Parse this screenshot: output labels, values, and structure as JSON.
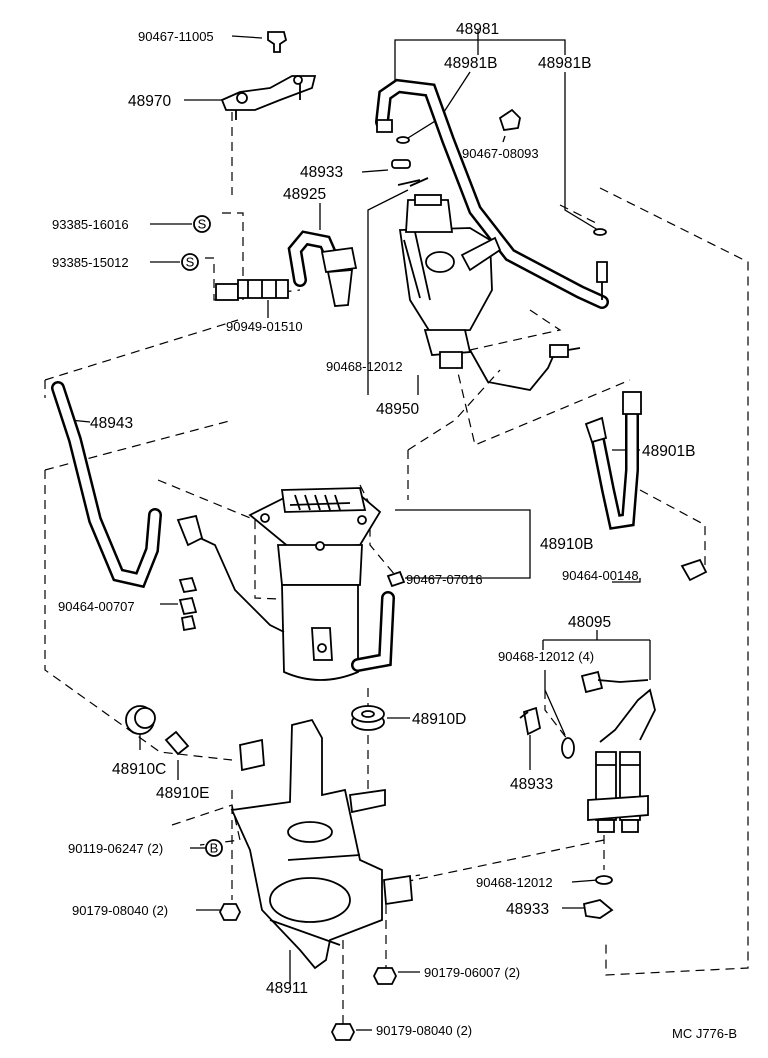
{
  "labels": {
    "p90467_11005": "90467-11005",
    "p48981": "48981",
    "p48981b_left": "48981B",
    "p48981b_right": "48981B",
    "p48970": "48970",
    "p48933_top": "48933",
    "p90467_08093": "90467-08093",
    "p48925": "48925",
    "p93385_16016": "93385-16016",
    "p93385_15012": "93385-15012",
    "p90949_01510": "90949-01510",
    "p90468_12012_top": "90468-12012",
    "p48950": "48950",
    "p48943": "48943",
    "p48901b": "48901B",
    "p48910b": "48910B",
    "p90467_07016": "90467-07016",
    "p90464_00148": "90464-00148",
    "p90464_00707": "90464-00707",
    "p48095": "48095",
    "p90468_12012_4": "90468-12012 (4)",
    "p48910d": "48910D",
    "p48910c": "48910C",
    "p48910e": "48910E",
    "p48933_mid": "48933",
    "p90119_06247": "90119-06247 (2)",
    "p90468_12012_bottom": "90468-12012",
    "p90179_08040_a": "90179-08040 (2)",
    "p48933_bottom": "48933",
    "p48911": "48911",
    "p90179_06007": "90179-06007 (2)",
    "p90179_08040_b": "90179-08040 (2)",
    "figure_code": "MC J776-B"
  },
  "symbols": {
    "s_letter": "S",
    "b_letter": "B"
  }
}
